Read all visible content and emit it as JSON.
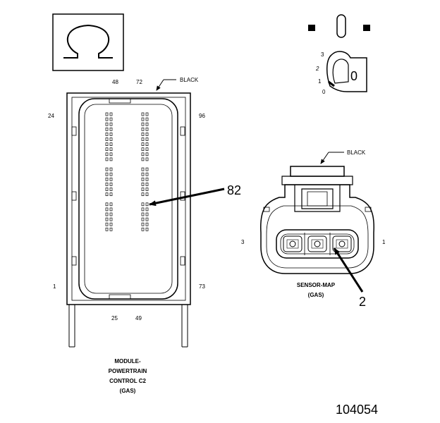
{
  "symbol_box": {
    "glyph": "Ω"
  },
  "key_symbol": {
    "positions": [
      "3",
      "2",
      "1",
      "0"
    ],
    "key_face": "0"
  },
  "pcm_connector": {
    "color_label": "BLACK",
    "pins": {
      "p48": "48",
      "p72": "72",
      "p24": "24",
      "p96": "96",
      "p1": "1",
      "p73": "73",
      "p25": "25",
      "p49": "49"
    },
    "callout_pin": "82",
    "caption_lines": [
      "MODULE-",
      "POWERTRAIN",
      "CONTROL C2",
      "(GAS)"
    ]
  },
  "map_connector": {
    "color_label": "BLACK",
    "pins": {
      "left": "3",
      "right": "1"
    },
    "callout_pin": "2",
    "caption_lines": [
      "SENSOR-MAP",
      "(GAS)"
    ]
  },
  "figure_id": "104054"
}
